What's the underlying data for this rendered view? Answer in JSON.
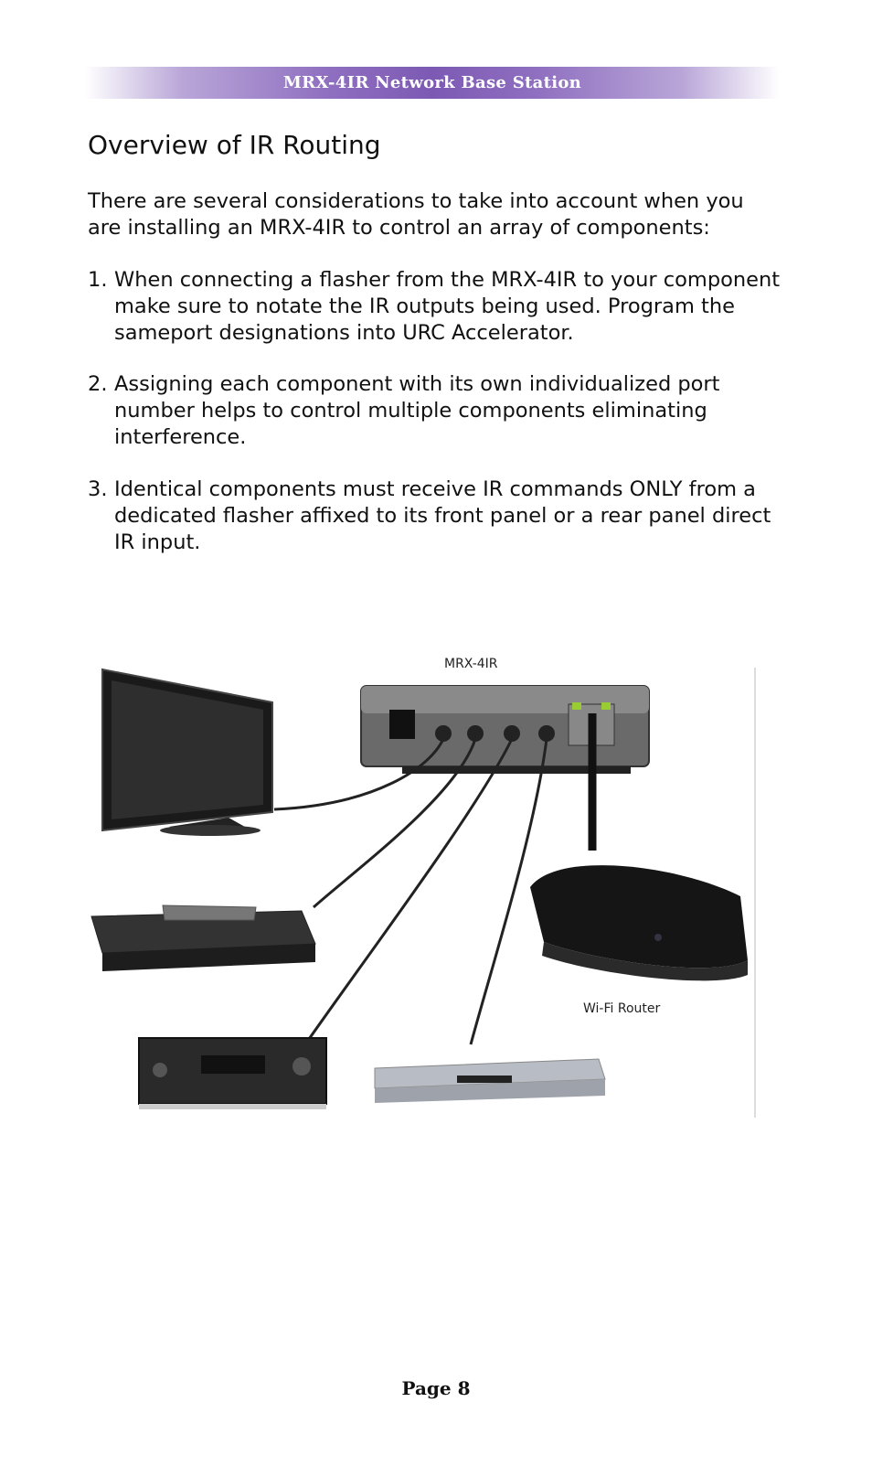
{
  "header": {
    "title": "MRX-4IR Network Base Station"
  },
  "section": {
    "title": "Overview of IR Routing"
  },
  "intro": "There are several considerations to take into account when you are installing an MRX-4IR to control an array of components:",
  "items": [
    {
      "number": "1.",
      "text": "When connecting a flasher from the MRX-4IR to your component make sure to notate the IR outputs being used. Program the sameport designations into URC Accelerator."
    },
    {
      "number": "2.",
      "text": "Assigning each component with its own individualized port number helps to control multiple components eliminating interference."
    },
    {
      "number": "3.",
      "text": "Identical components must receive IR commands ONLY from a dedicated flasher affixed to its front panel or a rear panel direct IR input."
    }
  ],
  "diagram": {
    "mrx_label": "MRX-4IR",
    "router_label": "Wi-Fi Router"
  },
  "footer": {
    "page": "Page 8"
  }
}
